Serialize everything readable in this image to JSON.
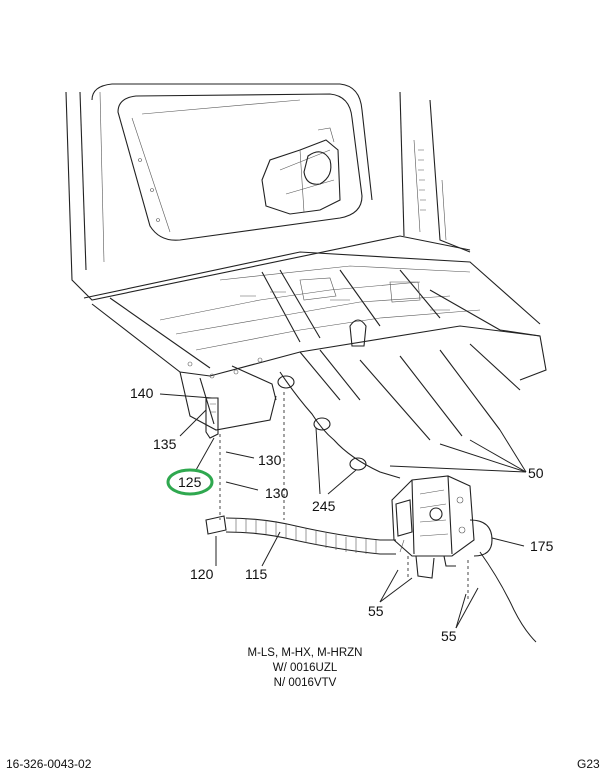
{
  "callouts": {
    "c140": "140",
    "c135": "135",
    "c125": "125",
    "c130a": "130",
    "c130b": "130",
    "c120": "120",
    "c115": "115",
    "c245": "245",
    "c50": "50",
    "c175": "175",
    "c55a": "55",
    "c55b": "55"
  },
  "applicability": {
    "line1": "M-LS, M-HX, M-HRZN",
    "line2": "W/ 0016UZL",
    "line3": "N/ 0016VTV"
  },
  "footer": {
    "doc_number": "16-326-0043-02",
    "sheet_code": "G23"
  },
  "colors": {
    "highlight_ring": "#2fa84f",
    "line": "#222222"
  }
}
